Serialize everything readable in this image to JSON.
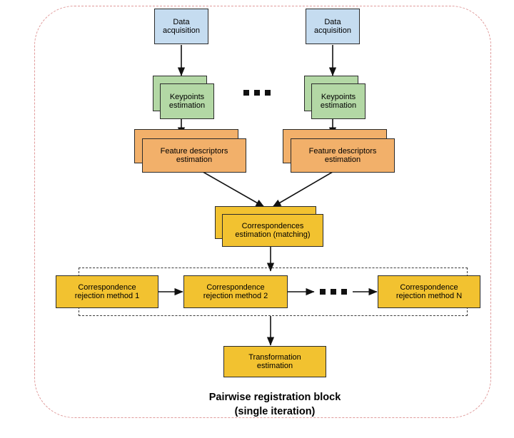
{
  "diagram": {
    "type": "flowchart",
    "caption_line1": "Pairwise registration block",
    "caption_line2": "(single iteration)",
    "outer_container_label": "Pairwise registration block (single iteration)",
    "colors": {
      "data_acquisition": "#c5dcf0",
      "keypoints": "#b3d8a5",
      "feature_descriptors": "#f2b06a",
      "correspondences": "#f2c230",
      "rejection": "#f2c230",
      "transformation": "#f2c230",
      "node_border": "#2b2b2b",
      "arrow": "#111111",
      "group_dashed_border": "#3b3b3b",
      "outer_dashed_border": "#e09a9a",
      "background": "#ffffff"
    },
    "nodes": {
      "data_acquisition_left": {
        "line1": "Data",
        "line2": "acquisition"
      },
      "data_acquisition_right": {
        "line1": "Data",
        "line2": "acquisition"
      },
      "keypoints_left": {
        "line1": "Keypoints",
        "line2": "estimation"
      },
      "keypoints_right": {
        "line1": "Keypoints",
        "line2": "estimation"
      },
      "feature_descriptors_left": {
        "line1": "Feature descriptors",
        "line2": "estimation"
      },
      "feature_descriptors_right": {
        "line1": "Feature descriptors",
        "line2": "estimation"
      },
      "correspondences": {
        "line1": "Correspondences",
        "line2": "estimation (matching)"
      },
      "rejection_1": {
        "line1": "Correspondence",
        "line2": "rejection method 1"
      },
      "rejection_2": {
        "line1": "Correspondence",
        "line2": "rejection method 2"
      },
      "rejection_n": {
        "line1": "Correspondence",
        "line2": "rejection method N"
      },
      "transformation": {
        "line1": "Transformation",
        "line2": "estimation"
      }
    },
    "ellipses": {
      "top_label": "...",
      "rejection_label": "...",
      "dot_count": 3
    }
  }
}
